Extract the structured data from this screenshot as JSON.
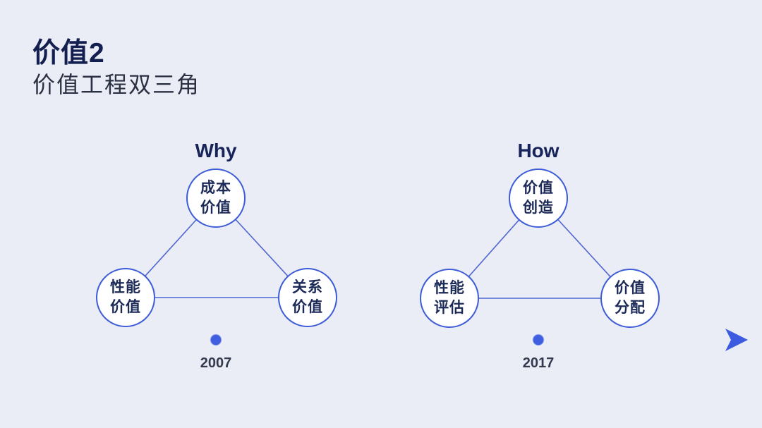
{
  "page": {
    "title": "价值2",
    "subtitle": "价值工程双三角"
  },
  "diagrams": [
    {
      "heading": "Why",
      "year": "2007",
      "nodes": [
        {
          "id": "top",
          "label": "成本\n价值"
        },
        {
          "id": "left",
          "label": "性能\n价值"
        },
        {
          "id": "right",
          "label": "关系\n价值"
        }
      ]
    },
    {
      "heading": "How",
      "year": "2017",
      "nodes": [
        {
          "id": "top",
          "label": "价值\n创造"
        },
        {
          "id": "left",
          "label": "性能\n评估"
        },
        {
          "id": "right",
          "label": "价值\n分配"
        }
      ]
    }
  ],
  "timeline": {
    "years": [
      "2007",
      "2017"
    ],
    "direction": "left-to-right-arrow"
  },
  "colors": {
    "background": "#eaecf6",
    "title_text": "#131f4e",
    "subtitle_text": "#2b3142",
    "node_border": "#3d5cd7",
    "node_fill": "#ffffff",
    "node_text": "#1c2a58",
    "edge_line": "#4f67cf",
    "timeline_blue": "#3f5ee0",
    "timeline_gradient_start": "#dfe3f5",
    "year_text": "#333a4e"
  }
}
